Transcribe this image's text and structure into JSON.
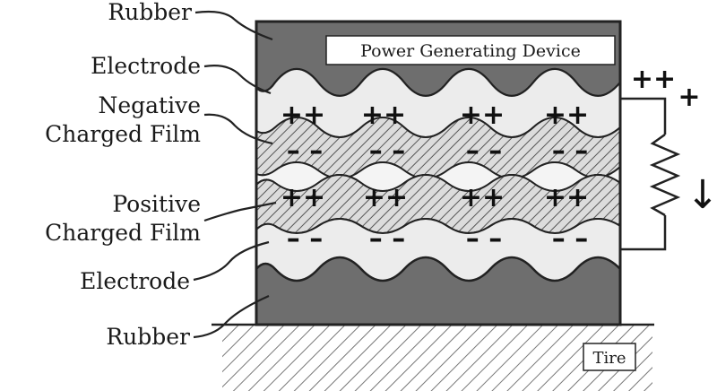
{
  "labels": {
    "rubber_top": "Rubber",
    "electrode_top": "Electrode",
    "negative_line1": "Negative",
    "negative_line2": "Charged Film",
    "positive_line1": "Positive",
    "positive_line2": "Charged Film",
    "electrode_bottom": "Electrode",
    "rubber_bottom": "Rubber"
  },
  "device_title": "Power Generating Device",
  "tire_label": "Tire",
  "circuit": {
    "sign_a": "++",
    "sign_b": "+",
    "current_arrow": "↓"
  },
  "charges": {
    "top_row": [
      "++",
      "++",
      "++",
      "++"
    ],
    "upper_film_row": [
      "– –",
      "– –",
      "– –",
      "– –"
    ],
    "lower_top_row": [
      "++",
      "++",
      "++",
      "++"
    ],
    "lower_film_row": [
      "– –",
      "– –",
      "– –",
      "– –"
    ]
  },
  "colors": {
    "rubber": "#6e6e6e",
    "electrode": "#e6e6e6",
    "film": "#dcdcdc",
    "hatch": "#555555",
    "outline": "#222222"
  }
}
